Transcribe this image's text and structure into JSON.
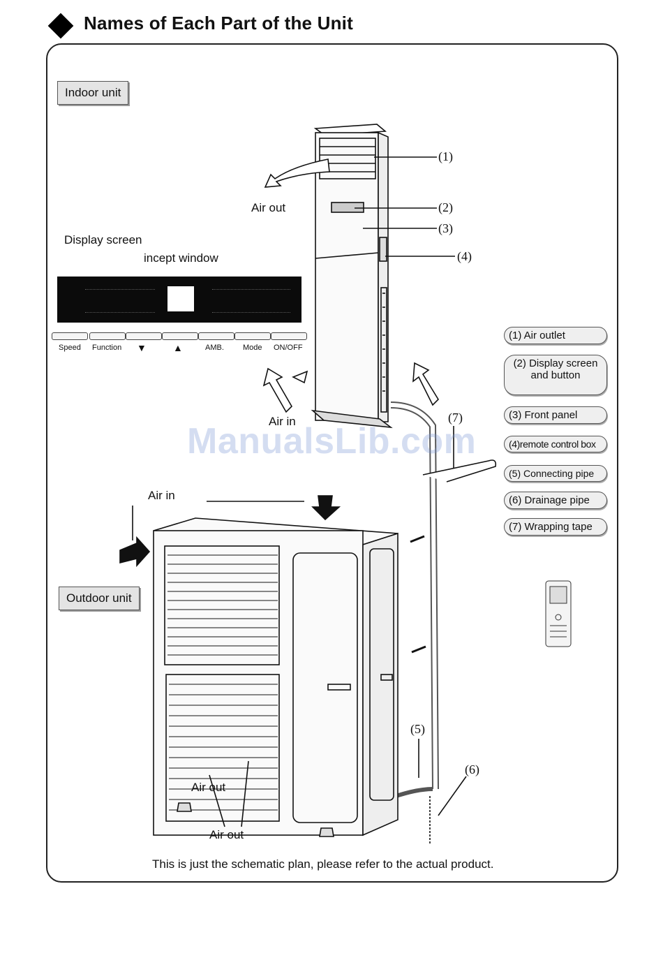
{
  "header": {
    "title": "Names of Each Part of the Unit"
  },
  "indoor": {
    "box_label": "Indoor unit",
    "air_out": "Air out",
    "air_in": "Air in"
  },
  "display": {
    "caption": "Display screen",
    "window_label": "incept  window",
    "buttons": [
      "Speed",
      "Function",
      "▼",
      "▲",
      "AMB.",
      "Mode",
      "ON/OFF"
    ]
  },
  "callouts": [
    "(1)",
    "(2)",
    "(3)",
    "(4)",
    "(5)",
    "(6)",
    "(7)"
  ],
  "legend": [
    "(1) Air  outlet",
    "(2) Display screen\nand button",
    "(3) Front panel",
    "(4)remote control box",
    "(5) Connecting pipe",
    "(6) Drainage pipe",
    "(7) Wrapping tape"
  ],
  "outdoor": {
    "box_label": "Outdoor unit",
    "air_in": "Air in",
    "air_out_1": "Air out",
    "air_out_2": "Air out"
  },
  "watermark": "ManualsLib.com",
  "footer": "This is just the schematic plan, please refer to the actual product."
}
